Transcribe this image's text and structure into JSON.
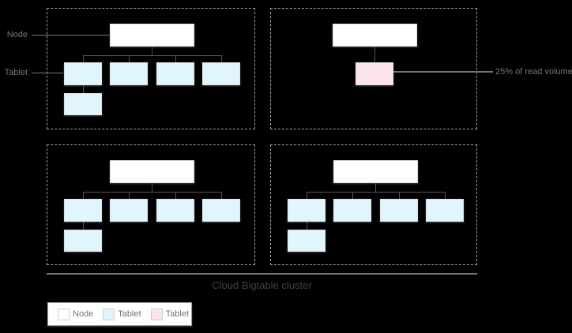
{
  "labels": {
    "node": "Node",
    "tablet": "Tablet",
    "read_volume": "25% of read volume"
  },
  "caption": "Cloud Bigtable cluster",
  "legend": {
    "items": [
      {
        "label": "Node",
        "color": "#ffffff"
      },
      {
        "label": "Tablet",
        "color": "#e1f5fe"
      },
      {
        "label": "Tablet",
        "color": "#fce4ec"
      }
    ]
  },
  "colors": {
    "background": "#000000",
    "node_fill": "#ffffff",
    "tablet_blue": "#e1f5fe",
    "tablet_pink": "#fce4ec",
    "box_border": "#e0e0e0",
    "connector": "#555555",
    "leader_line": "#757575",
    "label_text": "#757575",
    "caption_text": "#424242",
    "dashed_border": "#9e9e9e",
    "cluster_line": "#757575",
    "legend_bg": "#ffffff",
    "legend_border": "#9e9e9e"
  }
}
